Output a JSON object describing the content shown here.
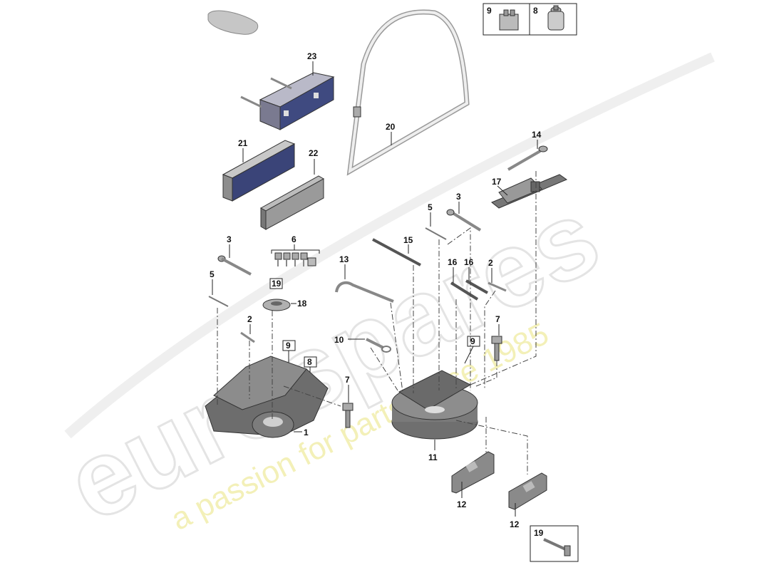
{
  "watermark": {
    "brand": "eurospares",
    "tagline": "a passion for parts since 1985"
  },
  "callouts": {
    "c1": "1",
    "c2a": "2",
    "c2b": "2",
    "c3a": "3",
    "c3b": "3",
    "c5a": "5",
    "c5b": "5",
    "c6": "6",
    "c7a": "7",
    "c7b": "7",
    "c8": "8",
    "c9a": "9",
    "c9b": "9",
    "c10": "10",
    "c11": "11",
    "c12a": "12",
    "c12b": "12",
    "c13": "13",
    "c14": "14",
    "c15": "15",
    "c16a": "16",
    "c16b": "16",
    "c17": "17",
    "c18": "18",
    "c19": "19",
    "c20": "20",
    "c21": "21",
    "c22": "22",
    "c23": "23"
  },
  "inset_top": {
    "label_a": "9",
    "label_b": "8"
  },
  "inset_bottom": {
    "label": "19"
  }
}
